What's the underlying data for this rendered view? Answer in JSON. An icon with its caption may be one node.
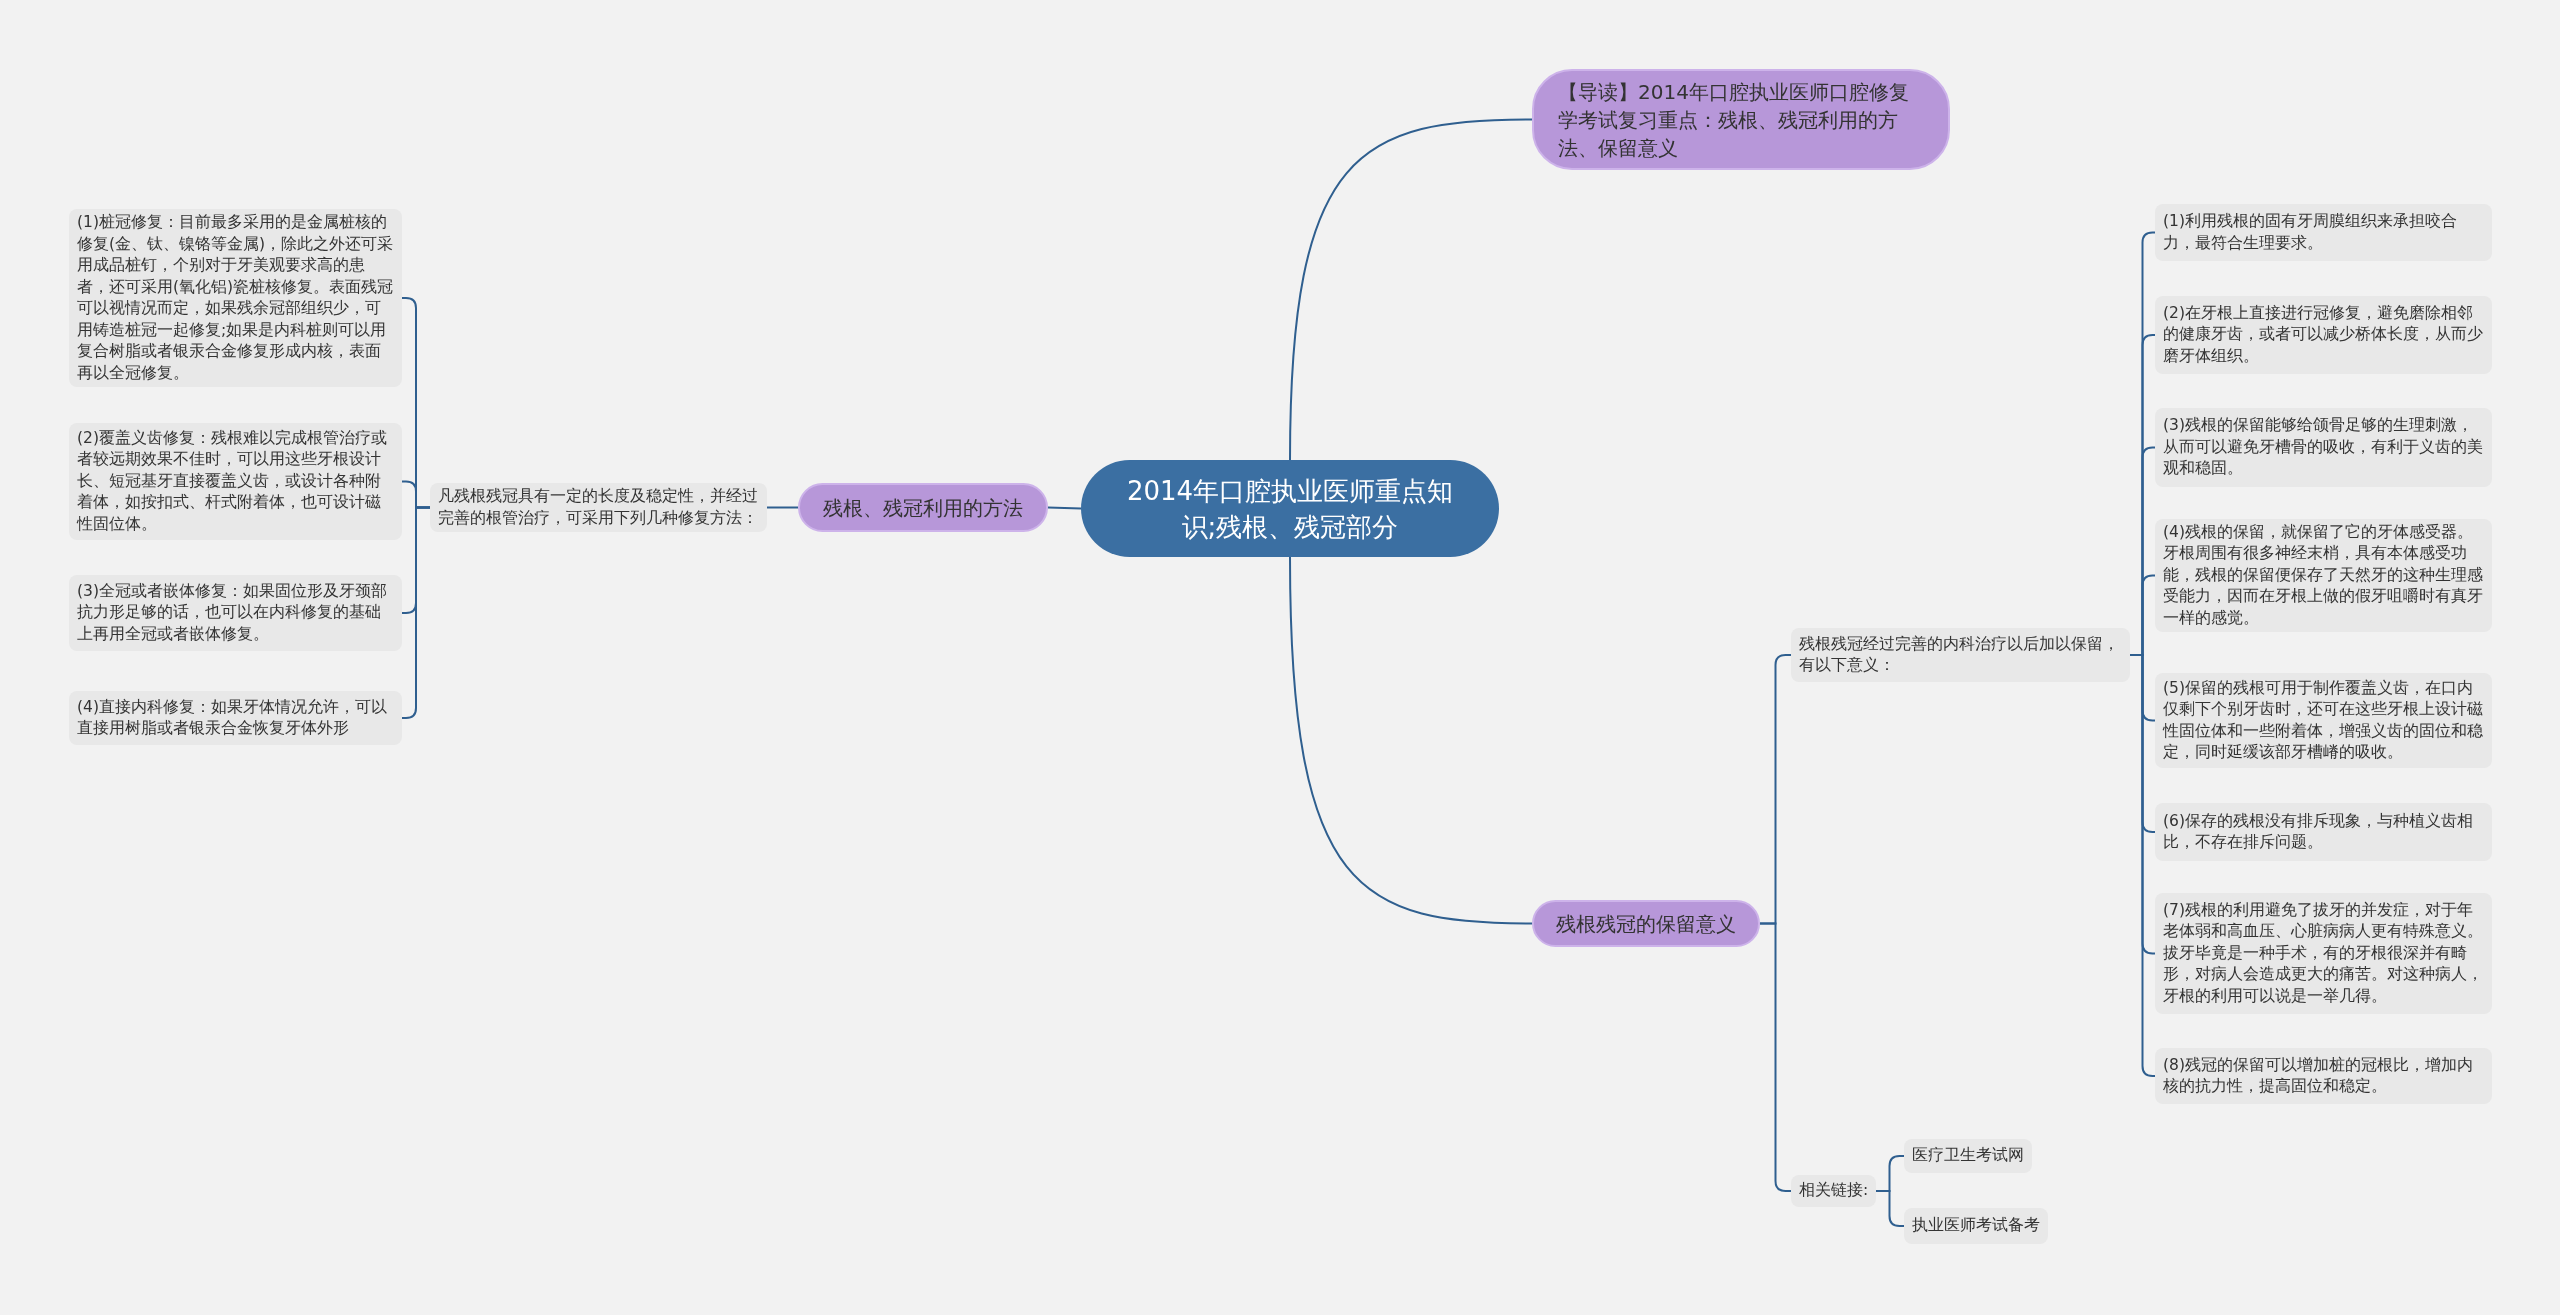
{
  "diagram": {
    "nodes": [
      {
        "text": [
          "2014年口腔执业医师重点知识;残根、残冠部分"
        ]
      },
      {
        "text": [
          "【导读】2014年口腔执业医师口腔修复学考试复习重点：残根、残冠利用的方法、保留意义"
        ]
      },
      {
        "text": [
          "残根、残冠利用的方法"
        ]
      },
      {
        "text": [
          "凡残根残冠具有一定的长度及稳定性，并经过完善的根管治疗，可采用下列几种修复方法："
        ]
      },
      {
        "text": [
          "(1)桩冠修复：目前最多采用的是金属桩核的修复(金、钛、镍铬等金属)，除此之外还可采用成品桩钉，个别对于牙美观要求高的患者，还可采用(氧化铝)瓷桩核修复。表面残冠可以视情况而定，如果残余冠部组织少，可用铸造桩冠一起修复;如果是内科桩则可以用复合树脂或者银汞合金修复形成内核，表面再以全冠修复。"
        ]
      },
      {
        "text": [
          "(2)覆盖义齿修复：残根难以完成根管治疗或者较远期效果不佳时，可以用这些牙根设计长、短冠基牙直接覆盖义齿，或设计各种附着体，如按扣式、杆式附着体，也可设计磁性固位体。"
        ]
      },
      {
        "text": [
          "(3)全冠或者嵌体修复：如果固位形及牙颈部抗力形足够的话，也可以在内科修复的基础上再用全冠或者嵌体修复。"
        ]
      },
      {
        "text": [
          "(4)直接内科修复：如果牙体情况允许，可以直接用树脂或者银汞合金恢复牙体外形"
        ]
      },
      {
        "text": [
          "残根残冠的保留意义"
        ]
      },
      {
        "text": [
          "残根残冠经过完善的内科治疗以后加以保留，有以下意义："
        ]
      },
      {
        "text": [
          "(1)利用残根的固有牙周膜组织来承担咬合力，最符合生理要求。"
        ]
      },
      {
        "text": [
          "(2)在牙根上直接进行冠修复，避免磨除相邻的健康牙齿，或者可以减少桥体长度，从而少磨牙体组织。"
        ]
      },
      {
        "text": [
          "(3)残根的保留能够给颌骨足够的生理刺激，从而可以避免牙槽骨的吸收，有利于义齿的美观和稳固。"
        ]
      },
      {
        "text": [
          "(4)残根的保留，就保留了它的牙体感受器。牙根周围有很多神经末梢，具有本体感受功能，残根的保留便保存了天然牙的这种生理感受能力，因而在牙根上做的假牙咀嚼时有真牙一样的感觉。"
        ]
      },
      {
        "text": [
          "(5)保留的残根可用于制作覆盖义齿，在口内仅剩下个别牙齿时，还可在这些牙根上设计磁性固位体和一些附着体，增强义齿的固位和稳定，同时延缓该部牙槽嵴的吸收。"
        ]
      },
      {
        "text": [
          "(6)保存的残根没有排斥现象，与种植义齿相比，不存在排斥问题。"
        ]
      },
      {
        "text": [
          "(7)残根的利用避免了拔牙的并发症，对于年老体弱和高血压、心脏病病人更有特殊意义。拔牙毕竟是一种手术，有的牙根很深并有畸形，对病人会造成更大的痛苦。对这种病人，牙根的利用可以说是一举几得。"
        ]
      },
      {
        "text": [
          "(8)残冠的保留可以增加桩的冠根比，增加内核的抗力性，提高固位和稳定。"
        ]
      },
      {
        "text": [
          "相关链接:"
        ]
      },
      {
        "text": [
          "医疗卫生考试网"
        ]
      },
      {
        "text": [
          "执业医师考试备考"
        ]
      }
    ],
    "edges": [
      {
        "from": 0,
        "to": 1,
        "arrow": "none"
      },
      {
        "from": 0,
        "to": 2,
        "arrow": "none"
      },
      {
        "from": 2,
        "to": 3,
        "arrow": "none"
      },
      {
        "from": 3,
        "to": 4,
        "arrow": "none"
      },
      {
        "from": 3,
        "to": 5,
        "arrow": "none"
      },
      {
        "from": 3,
        "to": 6,
        "arrow": "none"
      },
      {
        "from": 3,
        "to": 7,
        "arrow": "none"
      },
      {
        "from": 0,
        "to": 8,
        "arrow": "none"
      },
      {
        "from": 8,
        "to": 9,
        "arrow": "none"
      },
      {
        "from": 8,
        "to": 18,
        "arrow": "none"
      },
      {
        "from": 9,
        "to": 10,
        "arrow": "none"
      },
      {
        "from": 9,
        "to": 11,
        "arrow": "none"
      },
      {
        "from": 9,
        "to": 12,
        "arrow": "none"
      },
      {
        "from": 9,
        "to": 13,
        "arrow": "none"
      },
      {
        "from": 9,
        "to": 14,
        "arrow": "none"
      },
      {
        "from": 9,
        "to": 15,
        "arrow": "none"
      },
      {
        "from": 9,
        "to": 16,
        "arrow": "none"
      },
      {
        "from": 9,
        "to": 17,
        "arrow": "none"
      },
      {
        "from": 18,
        "to": 19,
        "arrow": "none"
      },
      {
        "from": 18,
        "to": 20,
        "arrow": "none"
      }
    ]
  }
}
